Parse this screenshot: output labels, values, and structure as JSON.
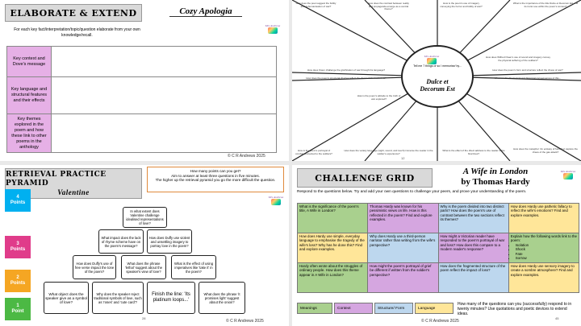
{
  "slide1": {
    "title": "ELABORATE & EXTEND",
    "poem_title": "Cozy Apologia",
    "logo_text": "Mrs Andrews",
    "instruction": "For each key fact/interpretation/topic/question elaborate from your own knowledge/recall.",
    "rows": [
      "Key context and Dove's message",
      "Key language and structural features and their effects",
      "Key themes explored in the poem and how these link to other poems in the anthology"
    ],
    "copyright": "© C R Andrews 2025"
  },
  "slide2": {
    "centre_text": "Tell me 7 things or so I memorise/ by...",
    "centre_title": "Dulce et Decorum Est",
    "questions": [
      "How does the poet suggest the futility and dehumanisation of war?",
      "How does the contrast between reality and propaganda emerge as a central theme?",
      "How is the poem's use of imagery conveying the horror and futility of war?",
      "What is the importance of the title Dulce et Decorum Est and its ironic use within the poem's context?",
      "How does Wilfred Owen's use of sound and imagery convey the physical suffering of the soldiers?",
      "How does Owen challenge the glorification of war through his language?",
      "How does the poem's form and structure reflect the chaos of war?",
      "How does the poem's structural choices reflect the chaos of the battlefield?",
      "What are the theological and historical consequences of this...",
      "How is the poem's attitude to the truth of war explored?",
      "How is the poem's portrayal of combat connected to the soldiers?",
      "How does the variety language (sight, sound, and touch) immerse the reader in the soldier's experience?",
      "What is the effect of the direct address to the reader in the final lines?",
      "How does the metaphor 'An ecstasy of fumbling' capture the chaos of the gas attack?"
    ],
    "page_num": "12"
  },
  "slide3": {
    "title": "RETRIEVAL PRACTICE PYRAMID",
    "subtitle": "Valentine",
    "goals": [
      "How many points can you get?",
      "Aim to answer at least three questions in five minutes.",
      "The higher up the retrieval pyramid you go the more difficult the question."
    ],
    "levels": [
      {
        "num": "4",
        "label": "Points",
        "color": "#00b0f0"
      },
      {
        "num": "3",
        "label": "Points",
        "color": "#e03c8a"
      },
      {
        "num": "2",
        "label": "Points",
        "color": "#f5a623"
      },
      {
        "num": "1",
        "label": "Point",
        "color": "#4cb944"
      }
    ],
    "bricks": {
      "r4": [
        "In what extent does Valentine challenge idealised representations of love?"
      ],
      "r3": [
        "What impact does the lack of rhyme scheme have on the poem's message?",
        "How does Duffy use violent and unsettling imagery to portray love in the poem?"
      ],
      "r2": [
        "How does Duffy's use of free verse impact the tone of the poem?",
        "What does the phrase 'lethal' suggest about the speaker's view of love?",
        "What is the effect of using imperatives like 'take it' in the poem?"
      ],
      "r1": [
        "What object does the speaker give as a symbol of love?",
        "Why does the speaker reject traditional symbols of love, such as 'roses' and 'cute card'?",
        "Finish the line: 'Its platinum loops...'",
        "What does the phrase 'it promises light' suggest about the onion?"
      ]
    },
    "page_num": "28",
    "copyright": "© C R Andrews 2025"
  },
  "slide4": {
    "title": "CHALLENGE GRID",
    "poem_title": "A Wife in London",
    "poem_author": "by Thomas Hardy",
    "intro": "Respond to the questions below. Try and add your own questions to challenge your peers, and prove your understanding of the poem.",
    "grid": [
      [
        "What is the significance of the poem's title, A Wife in London?",
        "Thomas Hardy was known for his pessimistic views on life. How is this reflected in the poem? Find and explore examples.",
        "Why is the poem divided into two distinct parts? How does the poem's use of contrast between the two sections reflect its themes?",
        "How does Hardy use pathetic fallacy to reflect the wife's emotions? Find and explore examples."
      ],
      [
        "How does Hardy use simple, everyday language to emphasise the tragedy of the wife's loss? Why has he done this? Find and explore examples.",
        "Why does Hardy use a third-person narrator rather than writing from the wife's perspective?",
        "How might a Victorian reader have responded to the poem's portrayal of war and loss? How does this compare to a modern reader's response?",
        "Explain how the following words link to the poem:"
      ],
      [
        "Hardy often wrote about the struggles of ordinary people. How does this theme appear in A Wife in London?",
        "How might the poem's portrayal of grief be different if written from the soldier's perspective?",
        "How does the fragmented structure of the poem reflect the impact of loss?",
        "How does Hardy use sensory imagery to create a sombre atmosphere? Find and explore examples."
      ]
    ],
    "words": [
      "Isolation",
      "Shock",
      "Fate",
      "Sorrow"
    ],
    "legend": [
      "Meanings",
      "Context",
      "Structure/ Form",
      "Language"
    ],
    "note": "How many of the questions can you (successfully) respond to in twenty minutes? Use quotations and poetic devices to extend ideas.",
    "copyright": "© C R Andrews 2025",
    "page_num": "45"
  }
}
